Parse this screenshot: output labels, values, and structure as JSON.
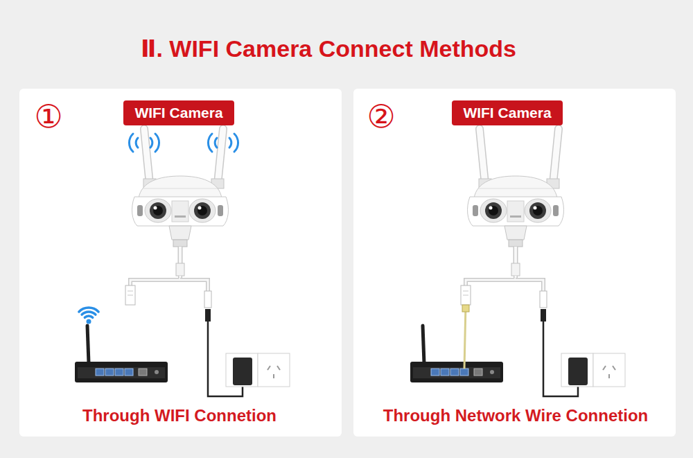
{
  "diagram": {
    "title": "Ⅱ. WIFI Camera Connect Methods",
    "nodes": [
      {
        "text": [
          "Through WIFI Connetion"
        ]
      },
      {
        "text": [
          "WIFI Camera"
        ],
        "in": 0
      },
      {
        "text": [
          "Through Network Wire Connetion"
        ]
      },
      {
        "text": [
          "WIFI Camera"
        ],
        "in": 2
      }
    ],
    "labels": [
      "①",
      "②"
    ]
  }
}
